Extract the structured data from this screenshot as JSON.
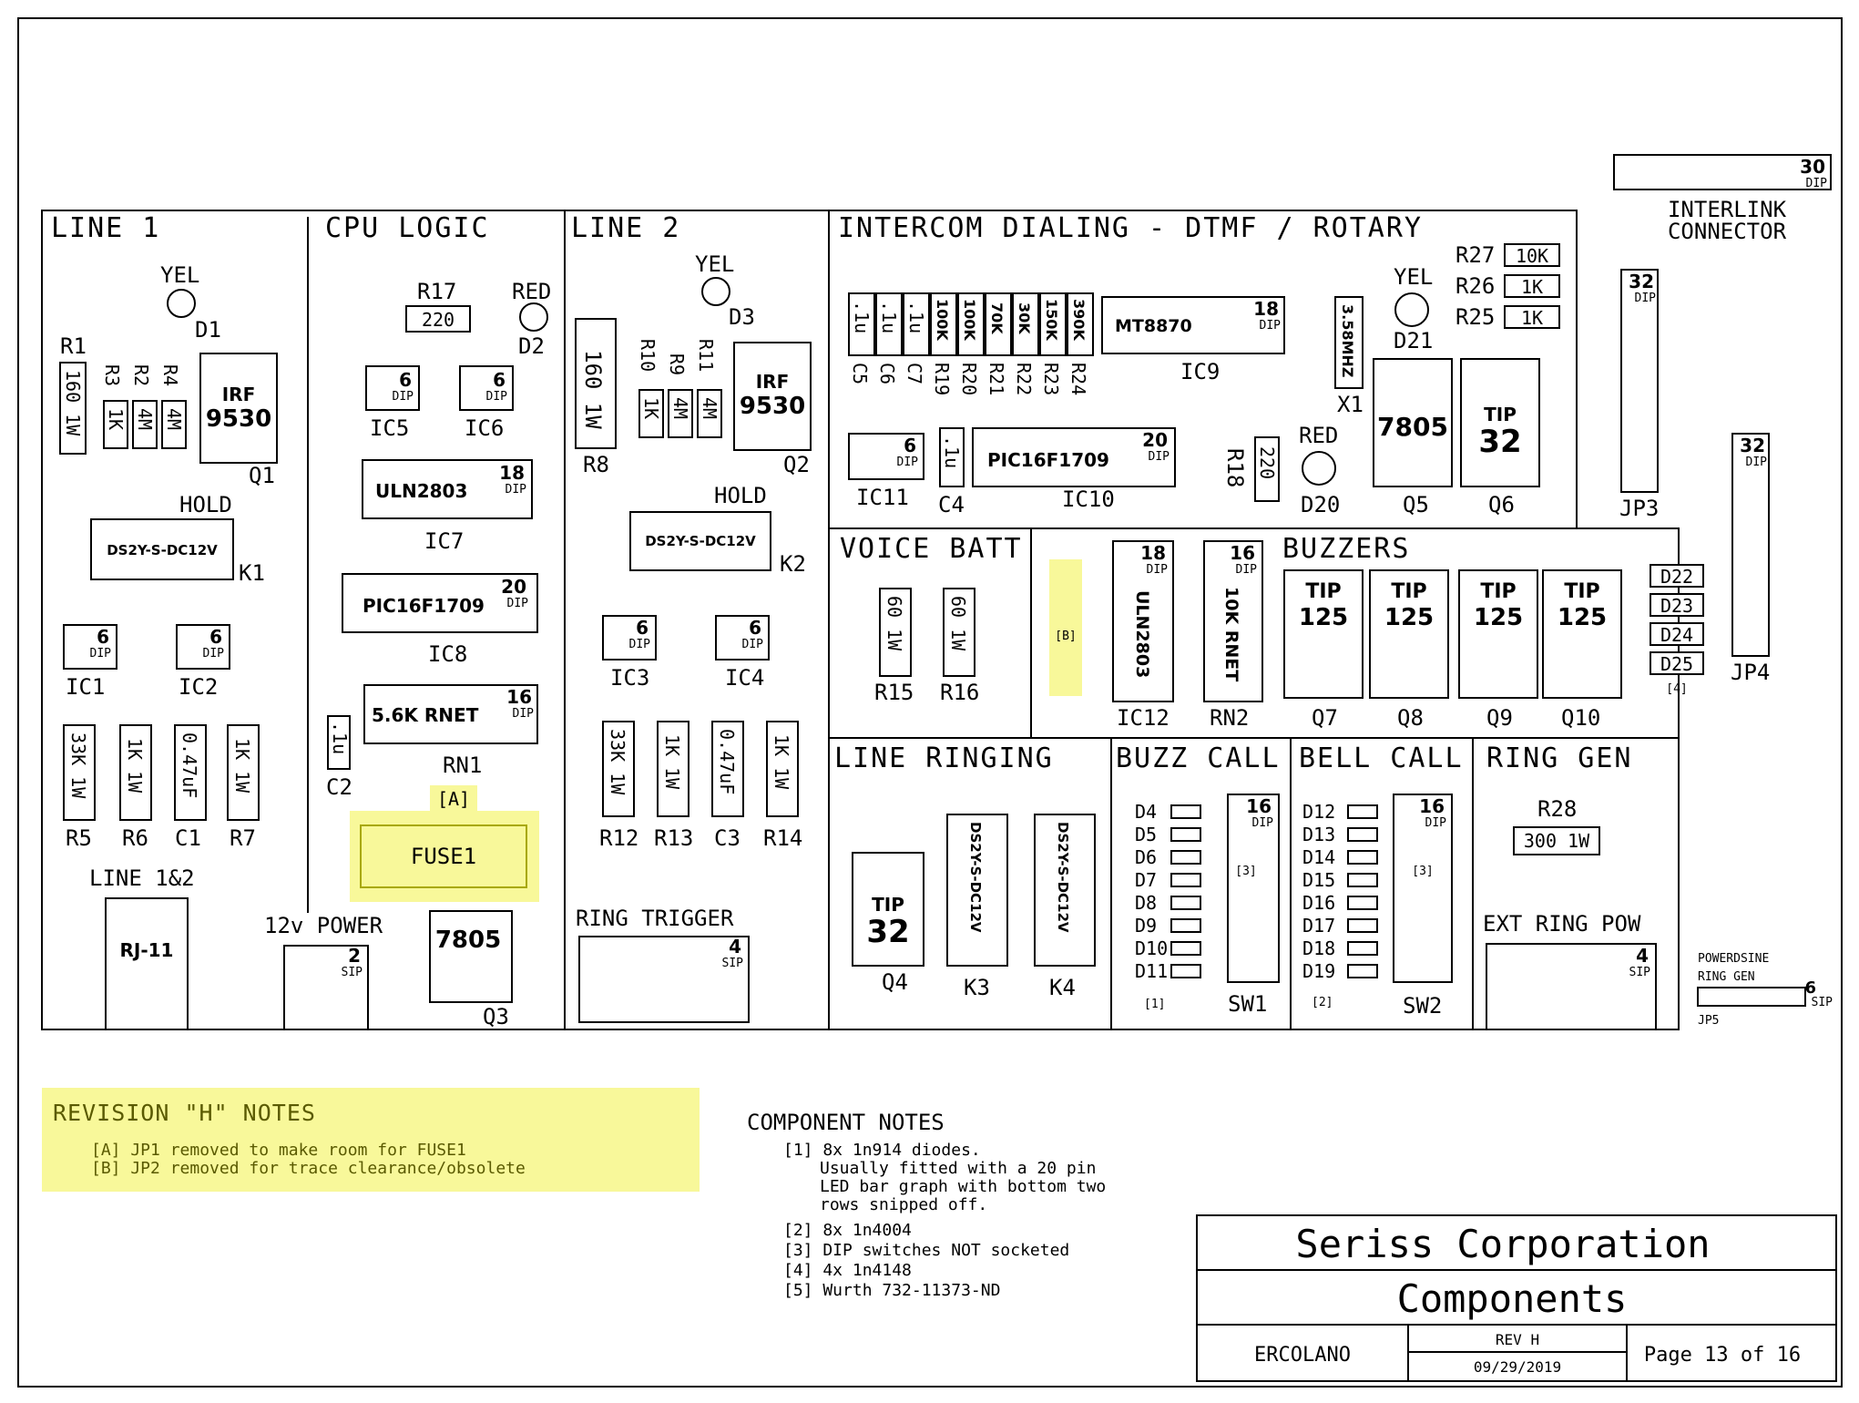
{
  "sections": {
    "line1": "LINE 1",
    "cpu": "CPU LOGIC",
    "line2": "LINE 2",
    "intercom": "INTERCOM DIALING - DTMF / ROTARY",
    "voice_batt": "VOICE BATT",
    "buzzers": "BUZZERS",
    "line_ringing": "LINE RINGING",
    "buzz_call": "BUZZ CALL",
    "bell_call": "BELL CALL",
    "ring_gen": "RING GEN"
  },
  "line1": {
    "yel": "YEL",
    "d1": "D1",
    "r1": "R1",
    "r1_val": "160 1W",
    "r3": "R3",
    "r2": "R2",
    "r4": "R4",
    "r3_val": "1K",
    "r2_val": "4M",
    "r4_val": "4M",
    "q1_a": "IRF",
    "q1_b": "9530",
    "q1": "Q1",
    "hold": "HOLD",
    "k1_val": "DS2Y-S-DC12V",
    "k1": "K1",
    "ic1": "IC1",
    "ic2": "IC2",
    "r5_val": "33K 1W",
    "r6_val": "1K 1W",
    "c1_val": "0.47uF",
    "r7_val": "1K 1W",
    "r5": "R5",
    "r6": "R6",
    "c1": "C1",
    "r7": "R7",
    "line12": "LINE 1&2",
    "rj11": "RJ-11"
  },
  "cpu": {
    "r17": "R17",
    "r17_val": "220",
    "red": "RED",
    "d2": "D2",
    "ic5": "IC5",
    "ic6": "IC6",
    "ic7_val": "ULN2803",
    "ic7_pins": "18",
    "ic7": "IC7",
    "ic8_val": "PIC16F1709",
    "ic8_pins": "20",
    "ic8": "IC8",
    "rn1_val": "5.6K RNET",
    "rn1_pins": "16",
    "rn1": "RN1",
    "c2_val": ".1u",
    "c2": "C2",
    "note_a": "[A]",
    "fuse": "FUSE1",
    "power": "12v POWER",
    "power_pins": "2",
    "q3_val": "7805",
    "q3": "Q3"
  },
  "line2": {
    "yel": "YEL",
    "d3": "D3",
    "r8_val": "160 1W",
    "r8": "R8",
    "r10": "R10",
    "r9": "R9",
    "r11": "R11",
    "r10_val": "1K",
    "r9_val": "4M",
    "r11_val": "4M",
    "q2_a": "IRF",
    "q2_b": "9530",
    "q2": "Q2",
    "hold": "HOLD",
    "k2_val": "DS2Y-S-DC12V",
    "k2": "K2",
    "ic3": "IC3",
    "ic4": "IC4",
    "r12_val": "33K 1W",
    "r13_val": "1K 1W",
    "c3_val": "0.47uF",
    "r14_val": "1K 1W",
    "r12": "R12",
    "r13": "R13",
    "c3": "C3",
    "r14": "R14",
    "ring_trigger": "RING TRIGGER",
    "rt_pins": "4"
  },
  "intercom": {
    "c5_val": ".1u",
    "c6_val": ".1u",
    "c7_val": ".1u",
    "r19_val": "100K",
    "r20_val": "100K",
    "r21_val": "70K",
    "r22_val": "30K",
    "r23_val": "150K",
    "r24_val": "390K",
    "c5": "C5",
    "c6": "C6",
    "c7": "C7",
    "r19": "R19",
    "r20": "R20",
    "r21": "R21",
    "r22": "R22",
    "r23": "R23",
    "r24": "R24",
    "ic9_val": "MT8870",
    "ic9_pins": "18",
    "ic9": "IC9",
    "x1_val": "3.58MHZ",
    "x1": "X1",
    "yel": "YEL",
    "d21": "D21",
    "r27": "R27",
    "r27_val": "10K",
    "r26": "R26",
    "r26_val": "1K",
    "r25": "R25",
    "r25_val": "1K",
    "ic11": "IC11",
    "c4_val": ".1u",
    "c4": "C4",
    "ic10_val": "PIC16F1709",
    "ic10_pins": "20",
    "ic10": "IC10",
    "r18": "R18",
    "r18_val": "220",
    "red": "RED",
    "d20": "D20",
    "q5_val": "7805",
    "q5": "Q5",
    "q6_a": "TIP",
    "q6_b": "32",
    "q6": "Q6"
  },
  "voice": {
    "r15_val": "60 1W",
    "r16_val": "60 1W",
    "r15": "R15",
    "r16": "R16",
    "note_b": "[B]"
  },
  "buzzers": {
    "ic12_val": "ULN2803",
    "ic12_pins": "18",
    "ic12": "IC12",
    "rn2_val": "10K RNET",
    "rn2_pins": "16",
    "rn2": "RN2",
    "tip": "TIP",
    "tip_num": "125",
    "q7": "Q7",
    "q8": "Q8",
    "q9": "Q9",
    "q10": "Q10",
    "d22": "D22",
    "d23": "D23",
    "d24": "D24",
    "d25": "D25",
    "note4": "[4]"
  },
  "interlink": {
    "pins": "30",
    "line1": "INTERLINK",
    "line2": "CONNECTOR"
  },
  "jp3": {
    "pins": "32",
    "label": "JP3"
  },
  "jp4": {
    "pins": "32",
    "label": "JP4"
  },
  "line_ringing": {
    "q4_a": "TIP",
    "q4_b": "32",
    "q4": "Q4",
    "k3_val": "DS2Y-S-DC12V",
    "k3": "K3",
    "k4_val": "DS2Y-S-DC12V",
    "k4": "K4"
  },
  "buzz_call": {
    "diodes": [
      "D4",
      "D5",
      "D6",
      "D7",
      "D8",
      "D9",
      "D10",
      "D11"
    ],
    "note1": "[1]",
    "sw1_pins": "16",
    "sw1_note": "[3]",
    "sw1": "SW1"
  },
  "bell_call": {
    "diodes": [
      "D12",
      "D13",
      "D14",
      "D15",
      "D16",
      "D17",
      "D18",
      "D19"
    ],
    "note2": "[2]",
    "sw2_pins": "16",
    "sw2_note": "[3]",
    "sw2": "SW2"
  },
  "ring_gen": {
    "r28": "R28",
    "r28_val": "300 1W",
    "ext": "EXT RING POW",
    "ext_pins": "4"
  },
  "powerdsine": {
    "line1": "POWERDSINE",
    "line2": "RING GEN",
    "pins": "6",
    "jp5": "JP5"
  },
  "pkg": {
    "dip": "DIP",
    "sip": "SIP",
    "six": "6"
  },
  "revision": {
    "title": "REVISION \"H\" NOTES",
    "a": "[A] JP1 removed to make room for FUSE1",
    "b": "[B] JP2 removed for trace clearance/obsolete"
  },
  "component_notes": {
    "title": "COMPONENT NOTES",
    "n1_l1": "[1] 8x 1n914 diodes.",
    "n1_l2": "Usually fitted with a 20 pin",
    "n1_l3": "LED bar graph with bottom two",
    "n1_l4": "rows snipped off.",
    "n2": "[2] 8x 1n4004",
    "n3": "[3] DIP switches NOT socketed",
    "n4": "[4] 4x 1n4148",
    "n5": "[5] Wurth 732-11373-ND"
  },
  "title_block": {
    "company": "Seriss Corporation",
    "title": "Components",
    "name": "ERCOLANO",
    "rev": "REV H",
    "date": "09/29/2019",
    "page": "Page 13 of 16"
  },
  "colors": {
    "highlight": "#f8f89a",
    "line": "#000000"
  }
}
